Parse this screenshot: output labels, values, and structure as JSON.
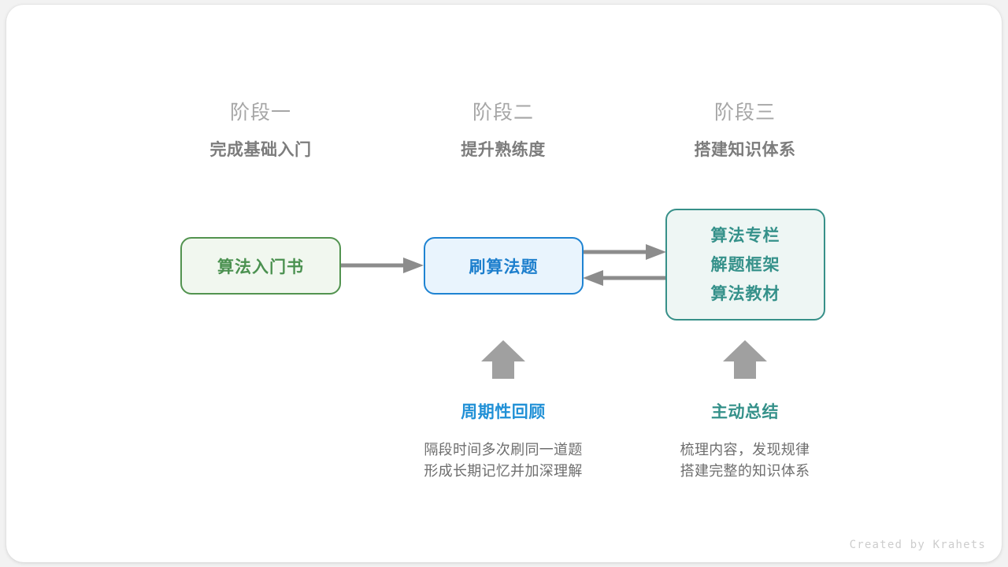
{
  "stages": [
    {
      "title": "阶段一",
      "subtitle": "完成基础入门"
    },
    {
      "title": "阶段二",
      "subtitle": "提升熟练度"
    },
    {
      "title": "阶段三",
      "subtitle": "搭建知识体系"
    }
  ],
  "nodes": {
    "book": {
      "label": "算法入门书",
      "color": "#4b9150",
      "border": "#52934f",
      "fill": "#f1f7ef"
    },
    "practice": {
      "label": "刷算法题",
      "color": "#1d7fcd",
      "border": "#1e83d2",
      "fill": "#e9f4fd"
    },
    "resources": {
      "lines": [
        "算法专栏",
        "解题框架",
        "算法教材"
      ],
      "color": "#35918a",
      "border": "#379089",
      "fill": "#eef6f4"
    }
  },
  "annotations": [
    {
      "title": "周期性回顾",
      "color": "#2090d6",
      "desc_line1": "隔段时间多次刷同一道题",
      "desc_line2": "形成长期记忆并加深理解"
    },
    {
      "title": "主动总结",
      "color": "#35918a",
      "desc_line1": "梳理内容，发现规律",
      "desc_line2": "搭建完整的知识体系"
    }
  ],
  "arrows": {
    "color": "#8c8c8c",
    "book_to_practice": "arrow-right-icon",
    "practice_to_resources": "arrow-right-icon",
    "resources_to_practice": "arrow-left-icon",
    "review_up": "arrow-up-icon",
    "summary_up": "arrow-up-icon"
  },
  "footer": {
    "credit": "Created by Krahets"
  }
}
